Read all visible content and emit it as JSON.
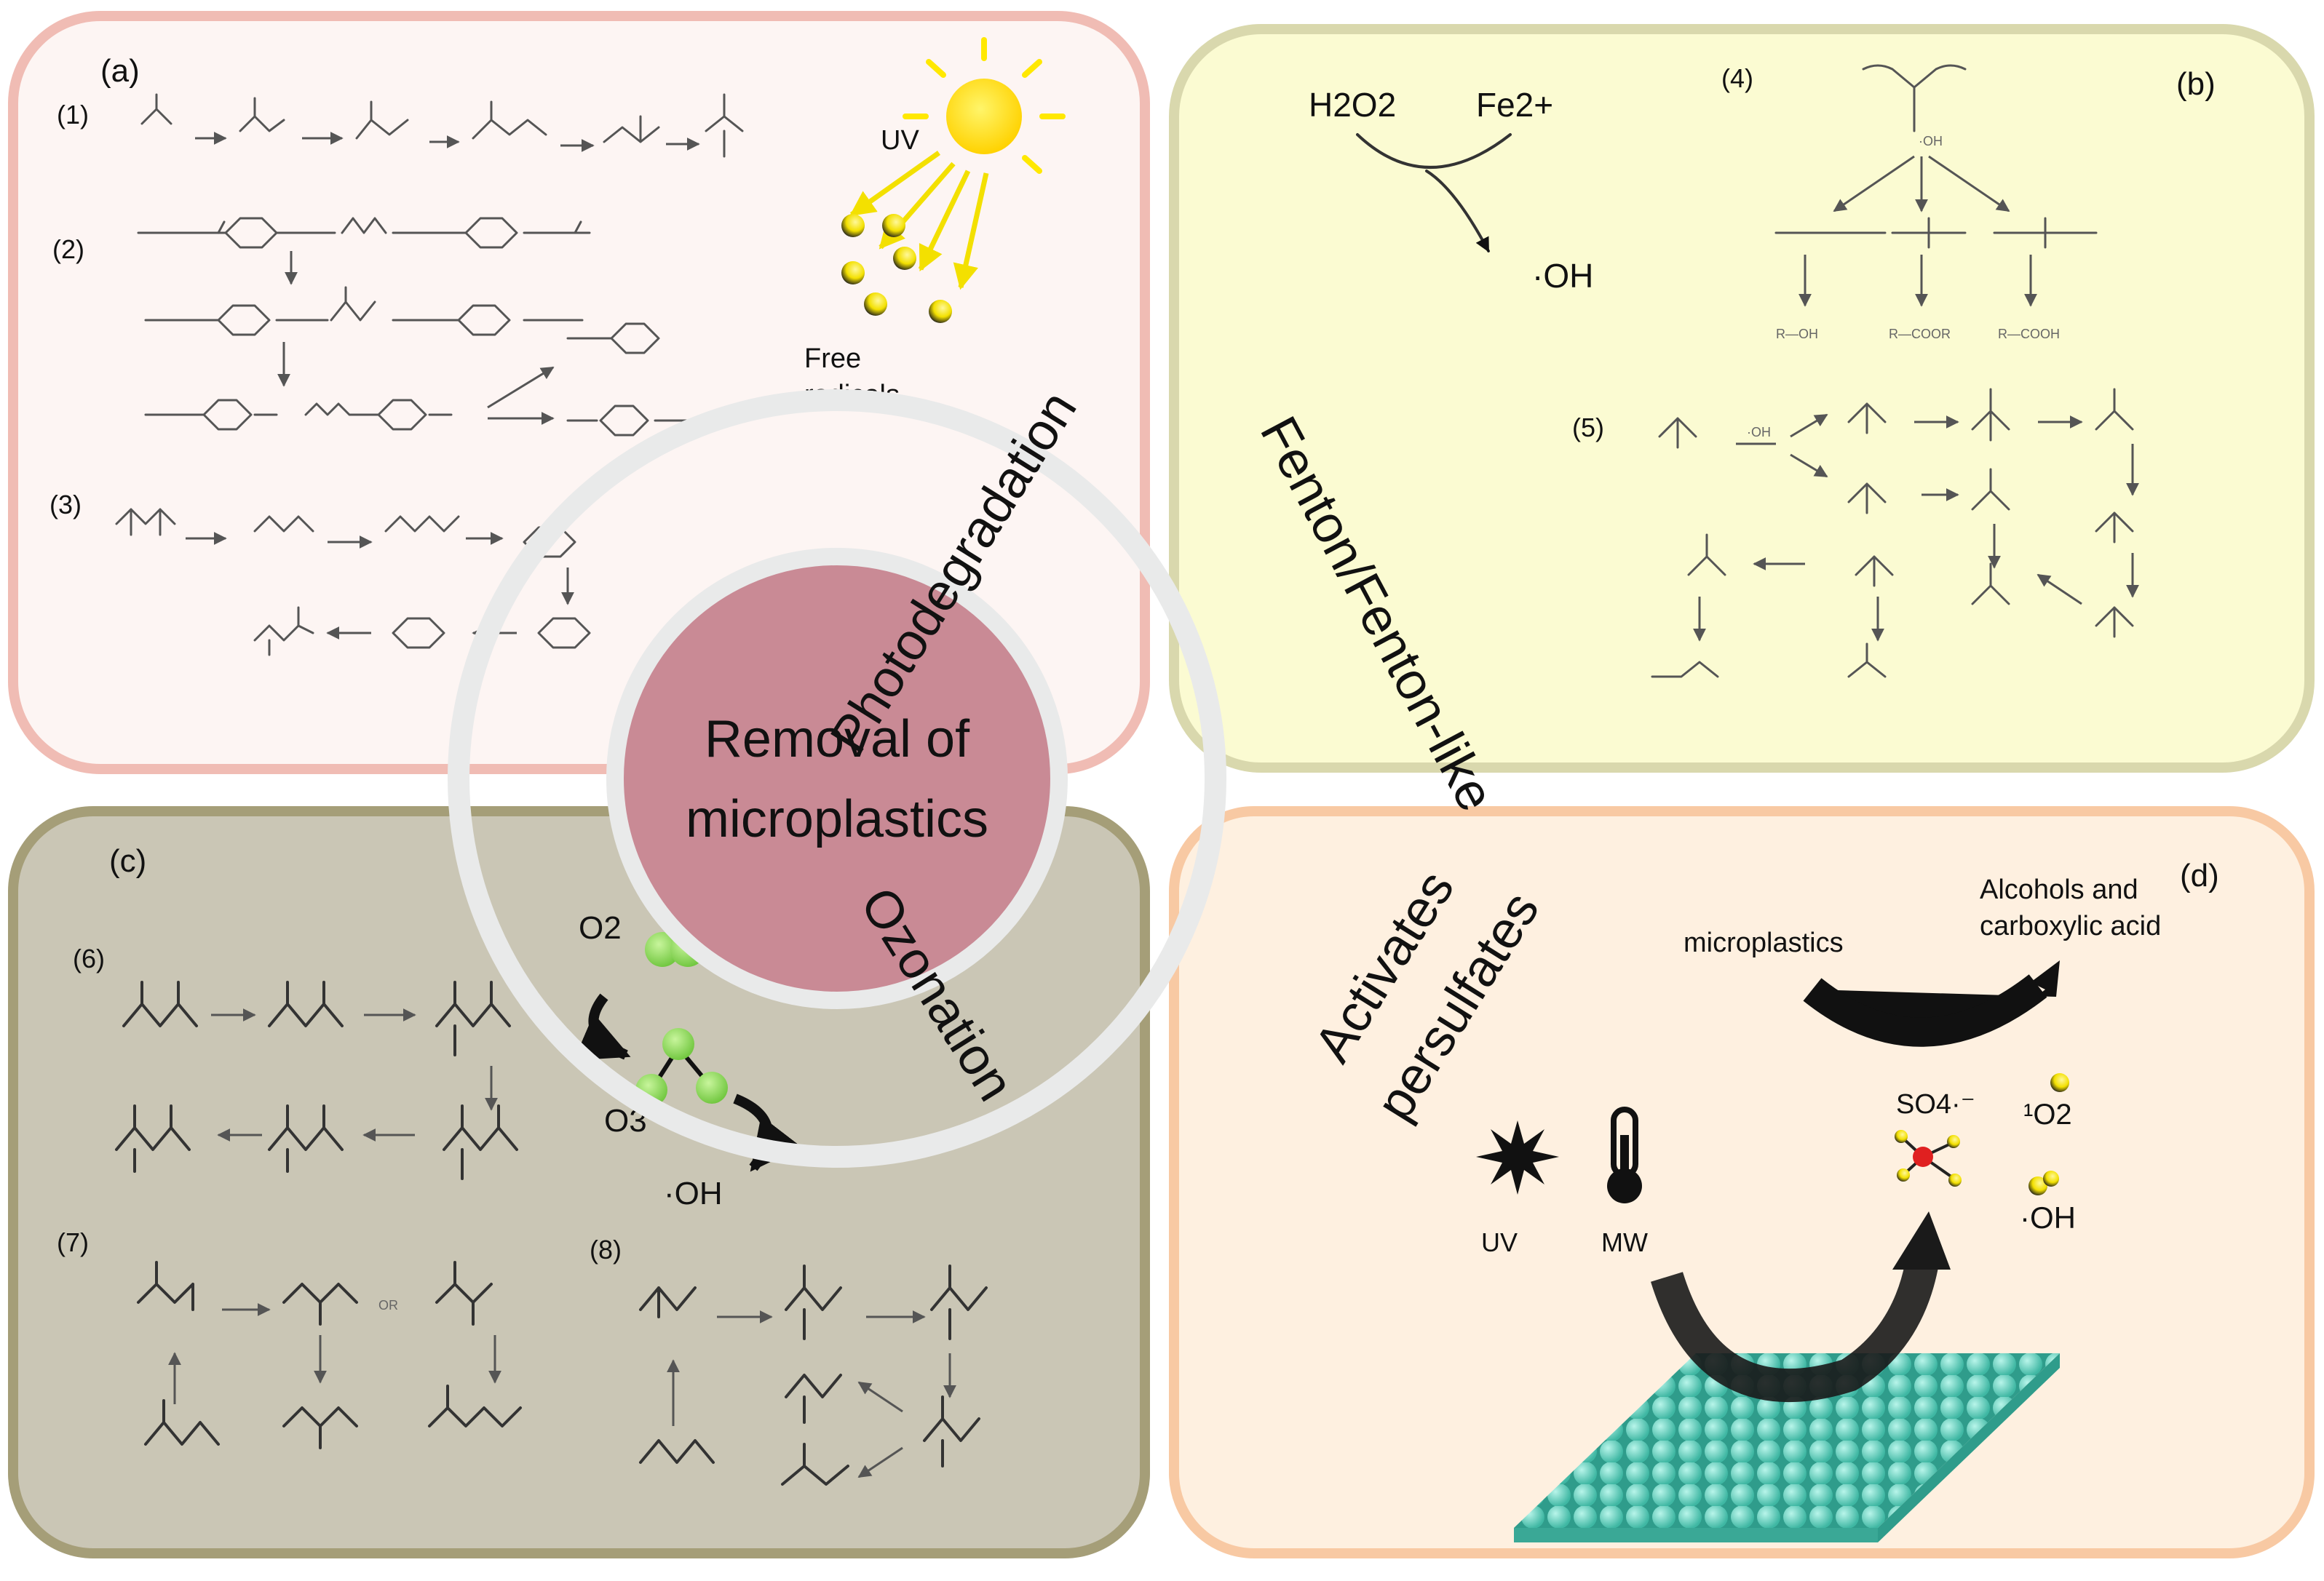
{
  "center": {
    "line1": "Removal of",
    "line2": "microplastics"
  },
  "ring": {
    "photodegradation": "Photodegradation",
    "fenton": "Fenton/Fenton-like",
    "ozonation": "Ozonation",
    "activates": "Activates",
    "persulfates": "persulfates"
  },
  "panel_a": {
    "tag": "(a)",
    "s1": "(1)",
    "s2": "(2)",
    "s3": "(3)",
    "uv": "UV",
    "free1": "Free",
    "free2": "radicals"
  },
  "panel_b": {
    "tag": "(b)",
    "s4": "(4)",
    "s5": "(5)",
    "h2o2": "H2O2",
    "fe": "Fe2+",
    "oh": "·OH",
    "prod1": "R—OH",
    "prod2": "R—COOR",
    "prod3": "R—COOH"
  },
  "panel_c": {
    "tag": "(c)",
    "s6": "(6)",
    "s7": "(7)",
    "s8": "(8)",
    "o2": "O2",
    "o3": "O3",
    "oh": "·OH"
  },
  "panel_d": {
    "tag": "(d)",
    "microplastics": "microplastics",
    "alcohols1": "Alcohols and",
    "alcohols2": "carboxylic acid",
    "so4": "SO4·⁻",
    "singlet": "¹O2",
    "oh": "·OH",
    "uv": "UV",
    "mw": "MW"
  },
  "colors": {
    "a_fill": "#fdf5f3",
    "a_border": "#f0bcb4",
    "b_fill": "#fbfbd2",
    "b_border": "#d9d8ad",
    "c_fill": "#cac6b5",
    "c_border": "#a59e78",
    "d_fill": "#fef0e0",
    "d_border": "#f8c9a3",
    "center": "#c98a95",
    "ring": "#e9eaea",
    "sun": "#ffee00",
    "radical": "#f3e000",
    "ozone": "#8fd95a",
    "teal": "#6fd8c6"
  }
}
